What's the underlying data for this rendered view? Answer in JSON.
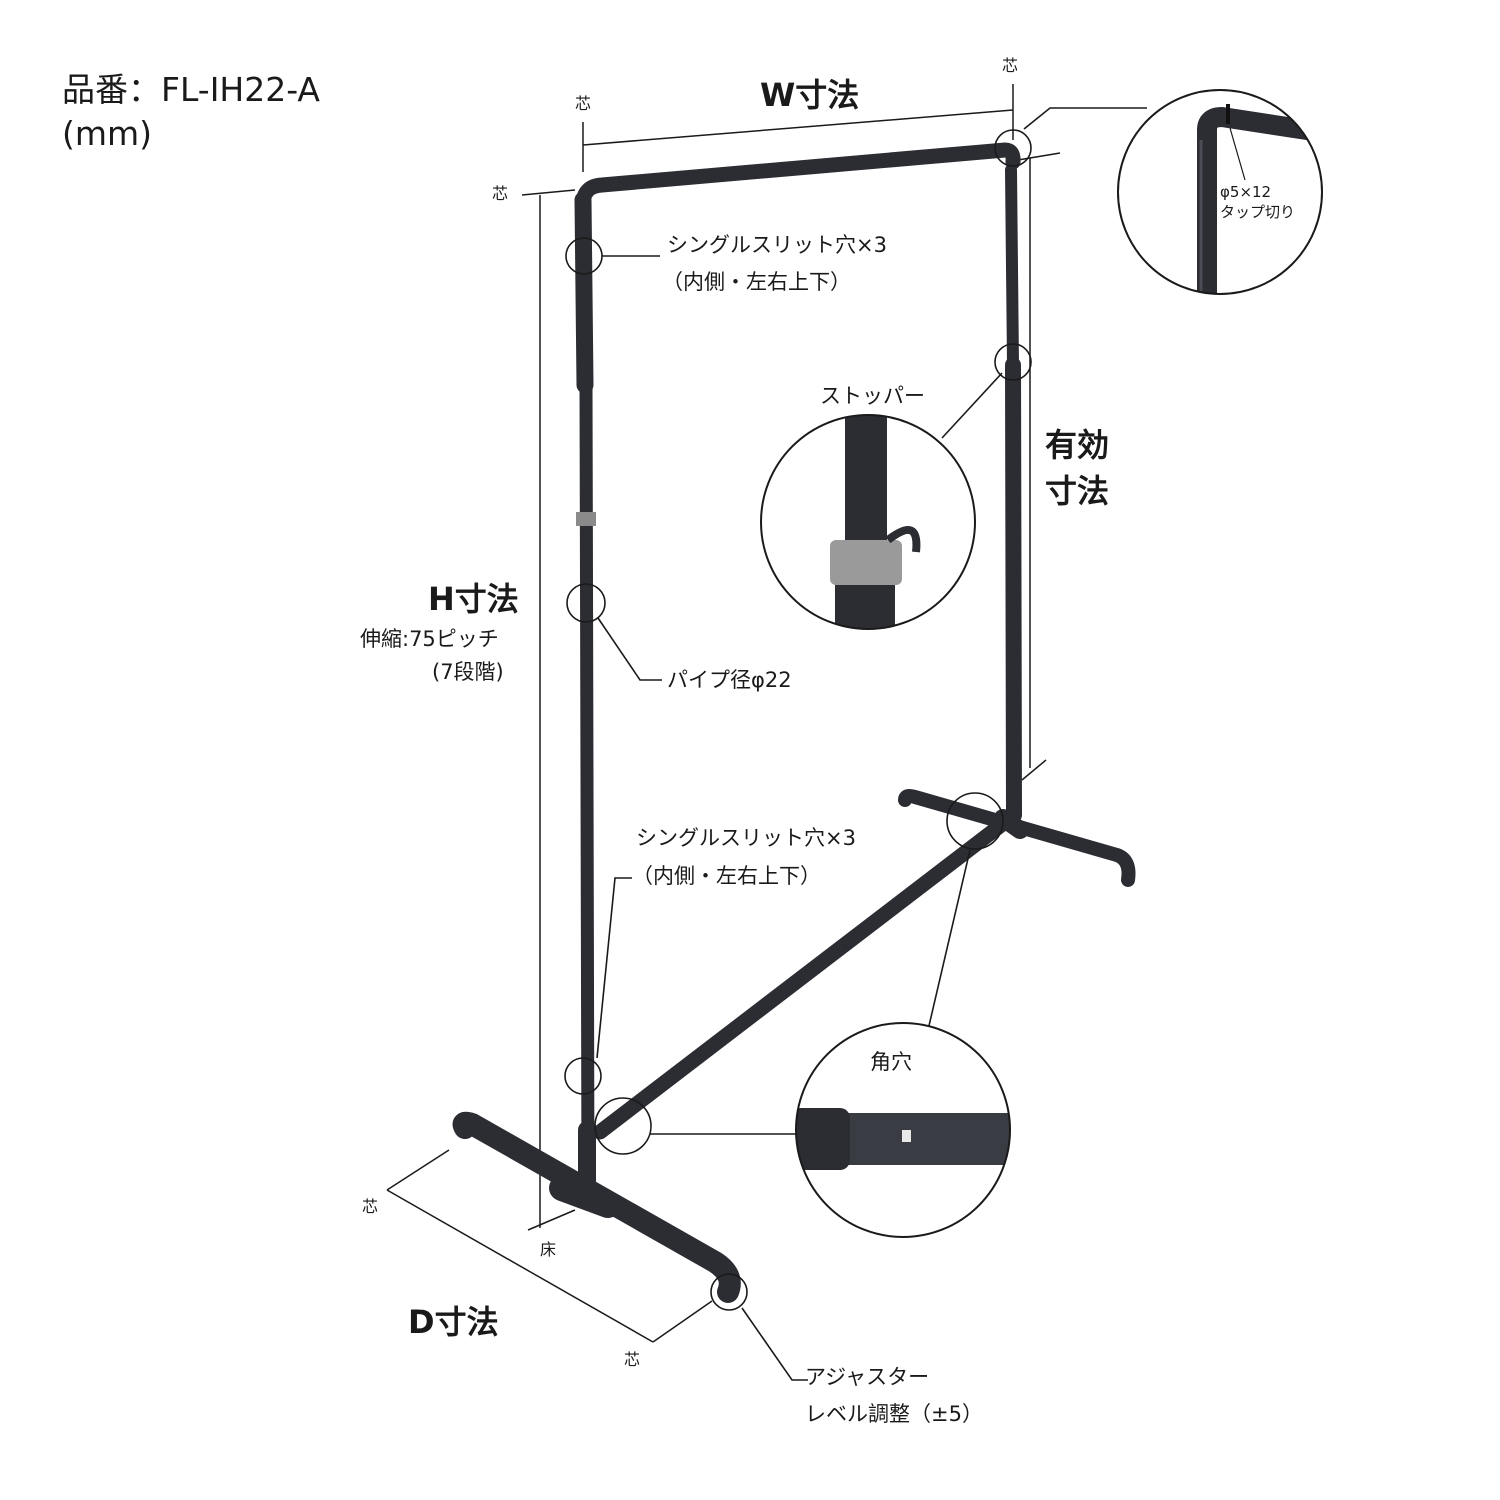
{
  "header": {
    "part_number": "品番：FL-IH22-A",
    "unit": "(mm)"
  },
  "dimensions": {
    "width": "W寸法",
    "height": "H寸法",
    "height_note_1": "伸縮:75ピッチ",
    "height_note_2": "(7段階)",
    "depth": "D寸法",
    "effective_line1": "有効",
    "effective_line2": "寸法"
  },
  "marks": {
    "center": "芯",
    "floor": "床"
  },
  "callouts": {
    "slit_top_line1": "シングルスリット穴×3",
    "slit_top_line2": "（内側・左右上下）",
    "stopper": "ストッパー",
    "pipe_diameter": "パイプ径φ22",
    "slit_bottom_line1": "シングルスリット穴×3",
    "slit_bottom_line2": "（内側・左右上下）",
    "tap_line1": "φ5×12",
    "tap_line2": "タップ切り",
    "square_hole": "角穴",
    "adjuster_line1": "アジャスター",
    "adjuster_line2": "レベル調整（±5）"
  },
  "colors": {
    "pipe": "#2b2d33",
    "pipe_highlight": "#4a4d55",
    "line": "#1a1a1a",
    "metal": "#9a9a9a"
  }
}
